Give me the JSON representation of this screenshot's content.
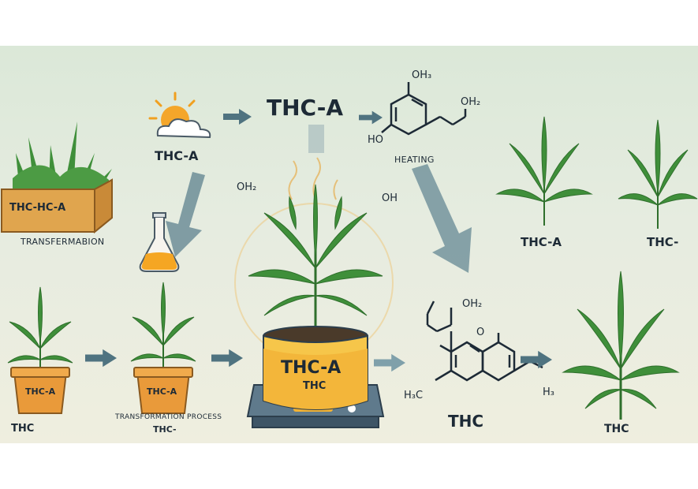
{
  "labels": {
    "thca_header": "THC-A",
    "thca_sun": "THC-A",
    "box_label": "THC-HC-A",
    "transformation_left": "TRANSFERMABION",
    "heating": "HEATING",
    "pot1_label": "THC-A",
    "pot2_label": "THC-A",
    "thc_bottom_left": "THC",
    "transformation_process": "TRANSFORMATION PROCESS",
    "thc_dash_bottom": "THC-",
    "pot_main_top": "THC-A",
    "pot_main_bottom": "THC",
    "thc_center": "THC",
    "thca_right": "THC-A",
    "thc_dash_right": "THC-",
    "thc_far_right": "THC"
  },
  "chem_labels": {
    "oh_top": "OH₃",
    "oh_right": "OH₂",
    "ho_left": "HO",
    "oh_plant_left": "OH₂",
    "oh_plant_right": "OH",
    "oh_thc": "OH₂",
    "o_thc": "O",
    "h_left_thc": "H₃C",
    "h_right_thc": "H₃"
  },
  "colors": {
    "leaf": "#3f8f3a",
    "leaf_dark": "#2f6f2c",
    "arrow": "#4f7380",
    "pot": "#e99a3a",
    "liquid": "#f3b63a",
    "box": "#e0a54e"
  }
}
